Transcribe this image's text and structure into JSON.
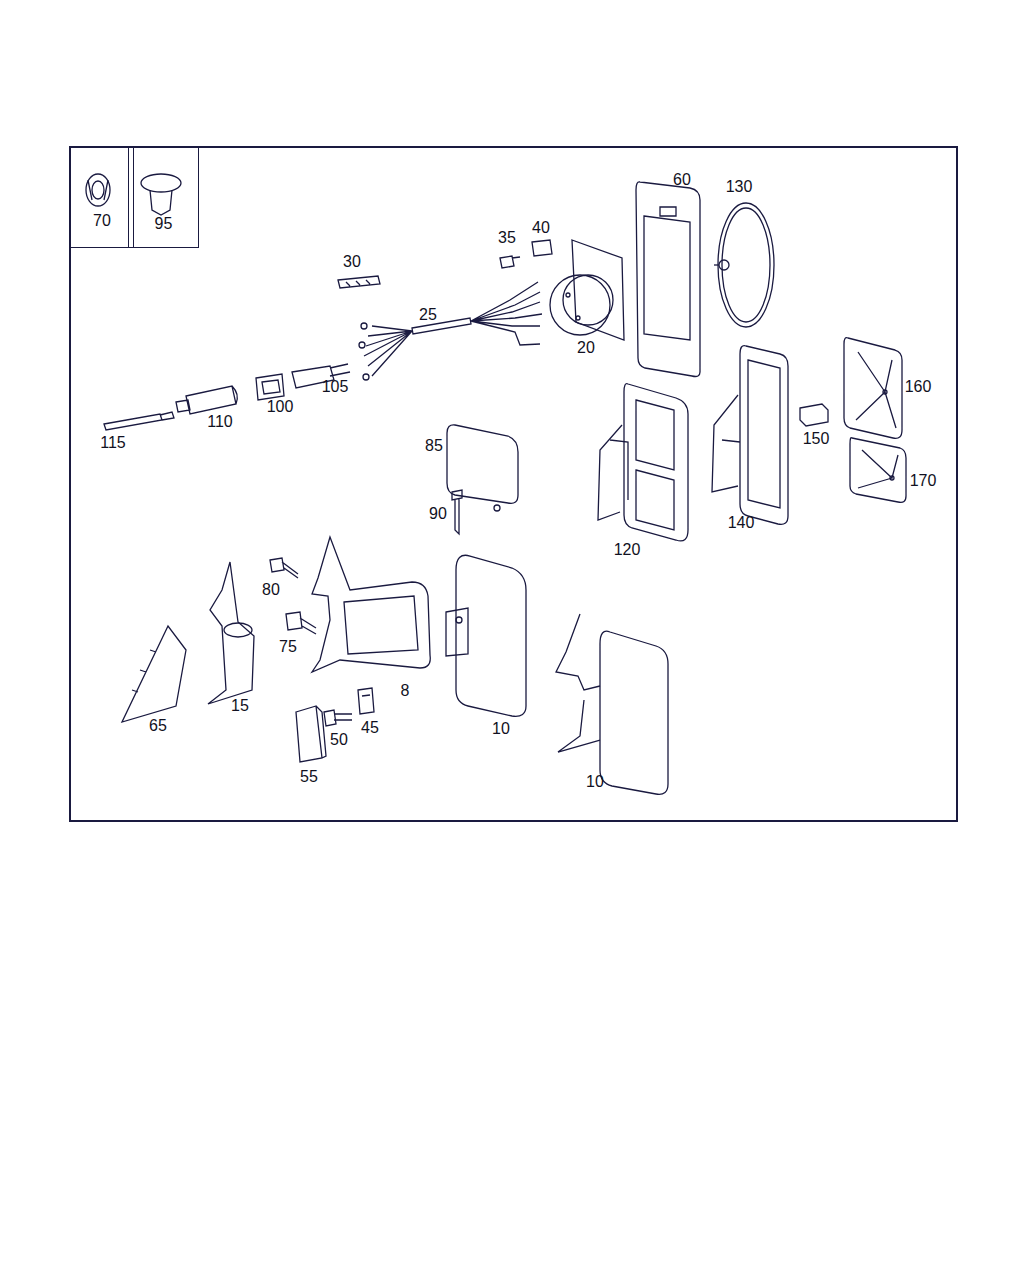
{
  "diagram": {
    "nodes": [
      {
        "text": [
          "70"
        ]
      },
      {
        "text": [
          "95"
        ]
      }
    ],
    "labels": [
      "60",
      "130",
      "35",
      "40",
      "30",
      "25",
      "20",
      "115",
      "110",
      "100",
      "105",
      "160",
      "150",
      "170",
      "85",
      "90",
      "120",
      "140",
      "80",
      "75",
      "8",
      "65",
      "15",
      "45",
      "50",
      "10",
      "55",
      "10"
    ]
  }
}
